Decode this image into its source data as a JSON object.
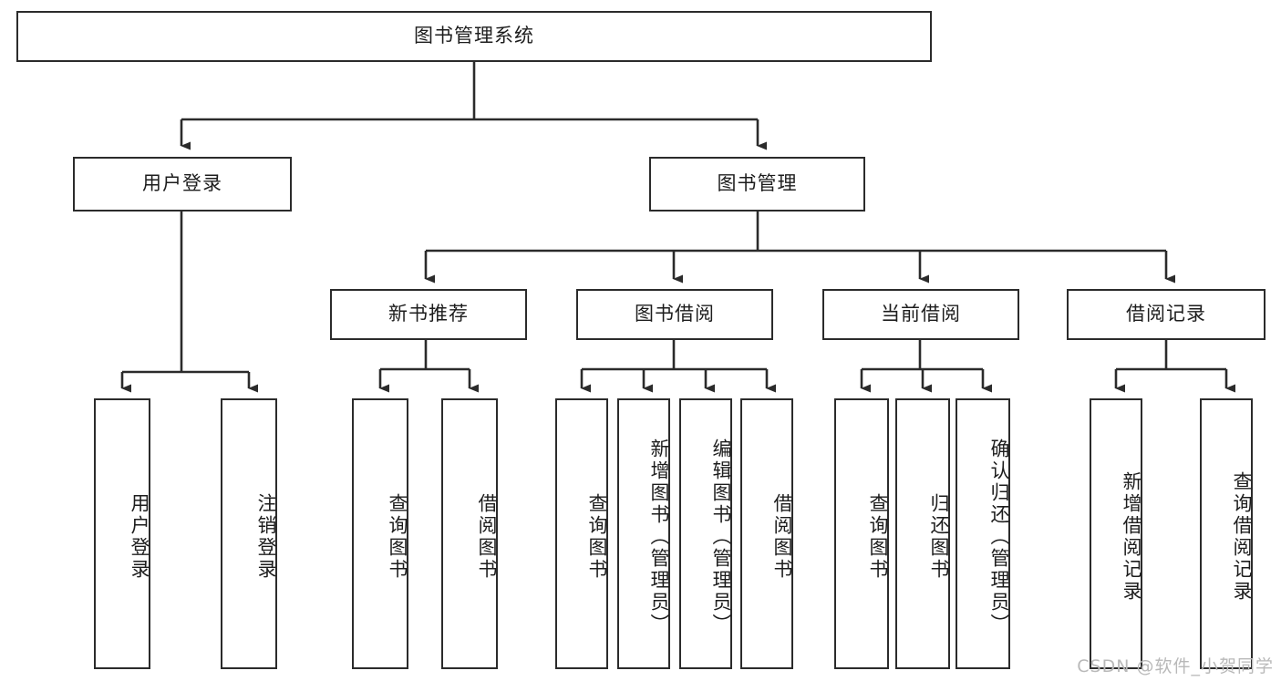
{
  "diagram": {
    "title": "图书管理系统",
    "type": "tree",
    "root": {
      "label": "图书管理系统",
      "name": "node-root-library-system"
    },
    "level2": [
      {
        "label": "用户登录",
        "name": "node-user-login"
      },
      {
        "label": "图书管理",
        "name": "node-book-management"
      }
    ],
    "level3": [
      {
        "label": "新书推荐",
        "name": "node-new-book-recommend"
      },
      {
        "label": "图书借阅",
        "name": "node-book-borrow"
      },
      {
        "label": "当前借阅",
        "name": "node-current-borrow"
      },
      {
        "label": "借阅记录",
        "name": "node-borrow-record"
      }
    ],
    "leaves": {
      "user_login": [
        {
          "label": "用户登录",
          "name": "leaf-user-login"
        },
        {
          "label": "注销登录",
          "name": "leaf-logout"
        }
      ],
      "new_book_recommend": [
        {
          "label": "查询图书",
          "name": "leaf-query-book-1"
        },
        {
          "label": "借阅图书",
          "name": "leaf-borrow-book-1"
        }
      ],
      "book_borrow": [
        {
          "label": "查询图书",
          "name": "leaf-query-book-2"
        },
        {
          "label": "新增图书（管理员）",
          "name": "leaf-add-book-admin"
        },
        {
          "label": "编辑图书（管理员）",
          "name": "leaf-edit-book-admin"
        },
        {
          "label": "借阅图书",
          "name": "leaf-borrow-book-2"
        }
      ],
      "current_borrow": [
        {
          "label": "查询图书",
          "name": "leaf-query-book-3"
        },
        {
          "label": "归还图书",
          "name": "leaf-return-book"
        },
        {
          "label": "确认归还（管理员）",
          "name": "leaf-confirm-return-admin"
        }
      ],
      "borrow_record": [
        {
          "label": "新增借阅记录",
          "name": "leaf-add-borrow-record"
        },
        {
          "label": "查询借阅记录",
          "name": "leaf-query-borrow-record"
        }
      ]
    }
  },
  "watermark": {
    "text": "CSDN @软件_小贺同学"
  },
  "colors": {
    "stroke": "#2b2b2b",
    "background": "#ffffff",
    "text": "#1d1d1d",
    "watermark": "#b9b9b9"
  }
}
